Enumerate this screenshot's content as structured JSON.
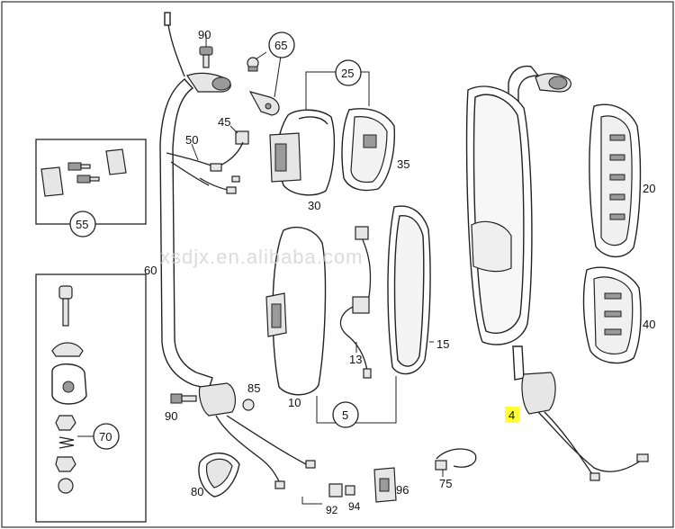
{
  "watermark": "xsdjx.en.alibaba.com",
  "labels": {
    "p90a": "90",
    "p65": "65",
    "p25": "25",
    "p45": "45",
    "p50": "50",
    "p35": "35",
    "p30": "30",
    "p55": "55",
    "p60": "60",
    "p20": "20",
    "p40": "40",
    "p13": "13",
    "p15": "15",
    "p10": "10",
    "p5": "5",
    "p85": "85",
    "p90b": "90",
    "p70": "70",
    "p4": "4",
    "p80": "80",
    "p92": "92",
    "p94": "94",
    "p96": "96",
    "p75": "75"
  },
  "colors": {
    "highlight": "#ffff33",
    "line": "#222222"
  }
}
